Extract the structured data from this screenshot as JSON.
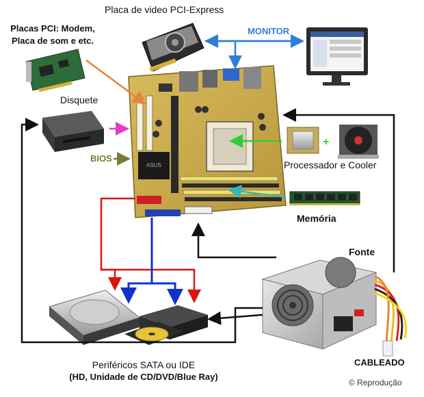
{
  "labels": {
    "video_card": "Placa de video PCI-Express",
    "monitor": "MONITOR",
    "pci_cards_line1": "Placas PCI: Modem,",
    "pci_cards_line2": "Placa de som e etc.",
    "floppy": "Disquete",
    "bios": "BIOS",
    "cpu_cooler": "Processador e Cooler",
    "memory": "Memória",
    "psu": "Fonte",
    "cabling": "CABLEADO",
    "peripherals_line1": "Periféricos SATA ou IDE",
    "peripherals_line2": "(HD, Unidade de CD/DVD/Blue Ray)",
    "credit": "© Reprodução"
  },
  "colors": {
    "monitor_arrow": "#2f7fd6",
    "pci_arrow": "#e8833a",
    "floppy_arrow": "#e040c8",
    "bios_arrow": "#7a7a3a",
    "cpu_arrow": "#33cc33",
    "memory_arrow": "#33b8b0",
    "sata_red": "#dd1111",
    "ide_blue": "#1133cc",
    "power_cable": "#111111",
    "board": "#c9a84a"
  }
}
